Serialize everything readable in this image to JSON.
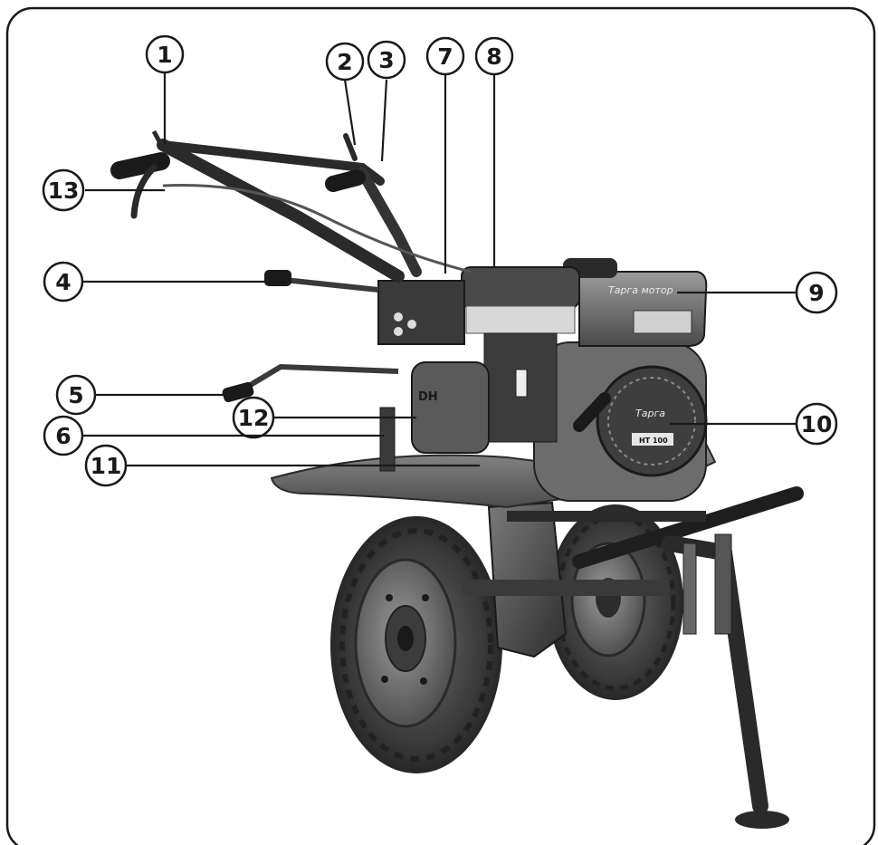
{
  "figure": {
    "callouts": [
      {
        "id": "c1",
        "label": "1"
      },
      {
        "id": "c2",
        "label": "2"
      },
      {
        "id": "c3",
        "label": "3"
      },
      {
        "id": "c4",
        "label": "4"
      },
      {
        "id": "c5",
        "label": "5"
      },
      {
        "id": "c6",
        "label": "6"
      },
      {
        "id": "c7",
        "label": "7"
      },
      {
        "id": "c8",
        "label": "8"
      },
      {
        "id": "c9",
        "label": "9"
      },
      {
        "id": "c10",
        "label": "10"
      },
      {
        "id": "c11",
        "label": "11"
      },
      {
        "id": "c12",
        "label": "12"
      },
      {
        "id": "c13",
        "label": "13"
      }
    ],
    "engine_cover_text": "Тарга мотор",
    "starter_text": "Тарга",
    "model_badge_text": "HT 100",
    "crankcase_text": "DH"
  }
}
